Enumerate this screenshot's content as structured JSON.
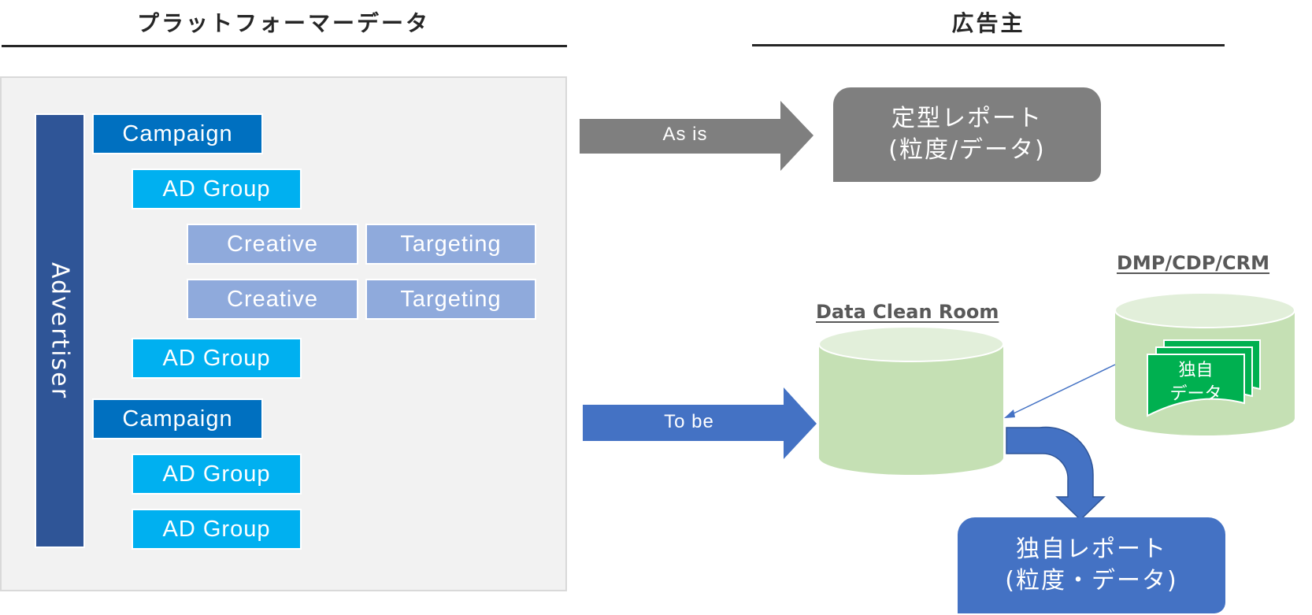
{
  "left_section": {
    "title": "プラットフォーマーデータ",
    "advertiser_label": "Advertiser",
    "hierarchy": [
      {
        "type": "campaign",
        "label": "Campaign"
      },
      {
        "type": "adgroup",
        "label": "AD Group"
      },
      {
        "type": "creative",
        "label": "Creative",
        "pair": "Targeting"
      },
      {
        "type": "creative",
        "label": "Creative",
        "pair": "Targeting"
      },
      {
        "type": "adgroup",
        "label": "AD Group"
      },
      {
        "type": "campaign",
        "label": "Campaign"
      },
      {
        "type": "adgroup",
        "label": "AD Group"
      },
      {
        "type": "adgroup",
        "label": "AD Group"
      }
    ]
  },
  "right_section": {
    "title": "広告主",
    "as_is": {
      "arrow_label": "As is",
      "report_line1": "定型レポート",
      "report_line2": "(粒度/データ)"
    },
    "to_be": {
      "arrow_label": "To be",
      "clean_room_title": "Data Clean Room",
      "dmp_title": "DMP/CDP/CRM",
      "own_data_line1": "独自",
      "own_data_line2": "データ",
      "report_line1": "独自レポート",
      "report_line2": "(粒度・データ)"
    }
  },
  "colors": {
    "advertiser": "#2f5597",
    "campaign": "#0070c0",
    "adgroup": "#00b0f0",
    "creative": "#8faadc",
    "as_is": "#7f7f7f",
    "to_be": "#4472c4",
    "cylinder_body": "#c5e0b4",
    "cylinder_top": "#e2efda",
    "own_data": "#00b050"
  }
}
